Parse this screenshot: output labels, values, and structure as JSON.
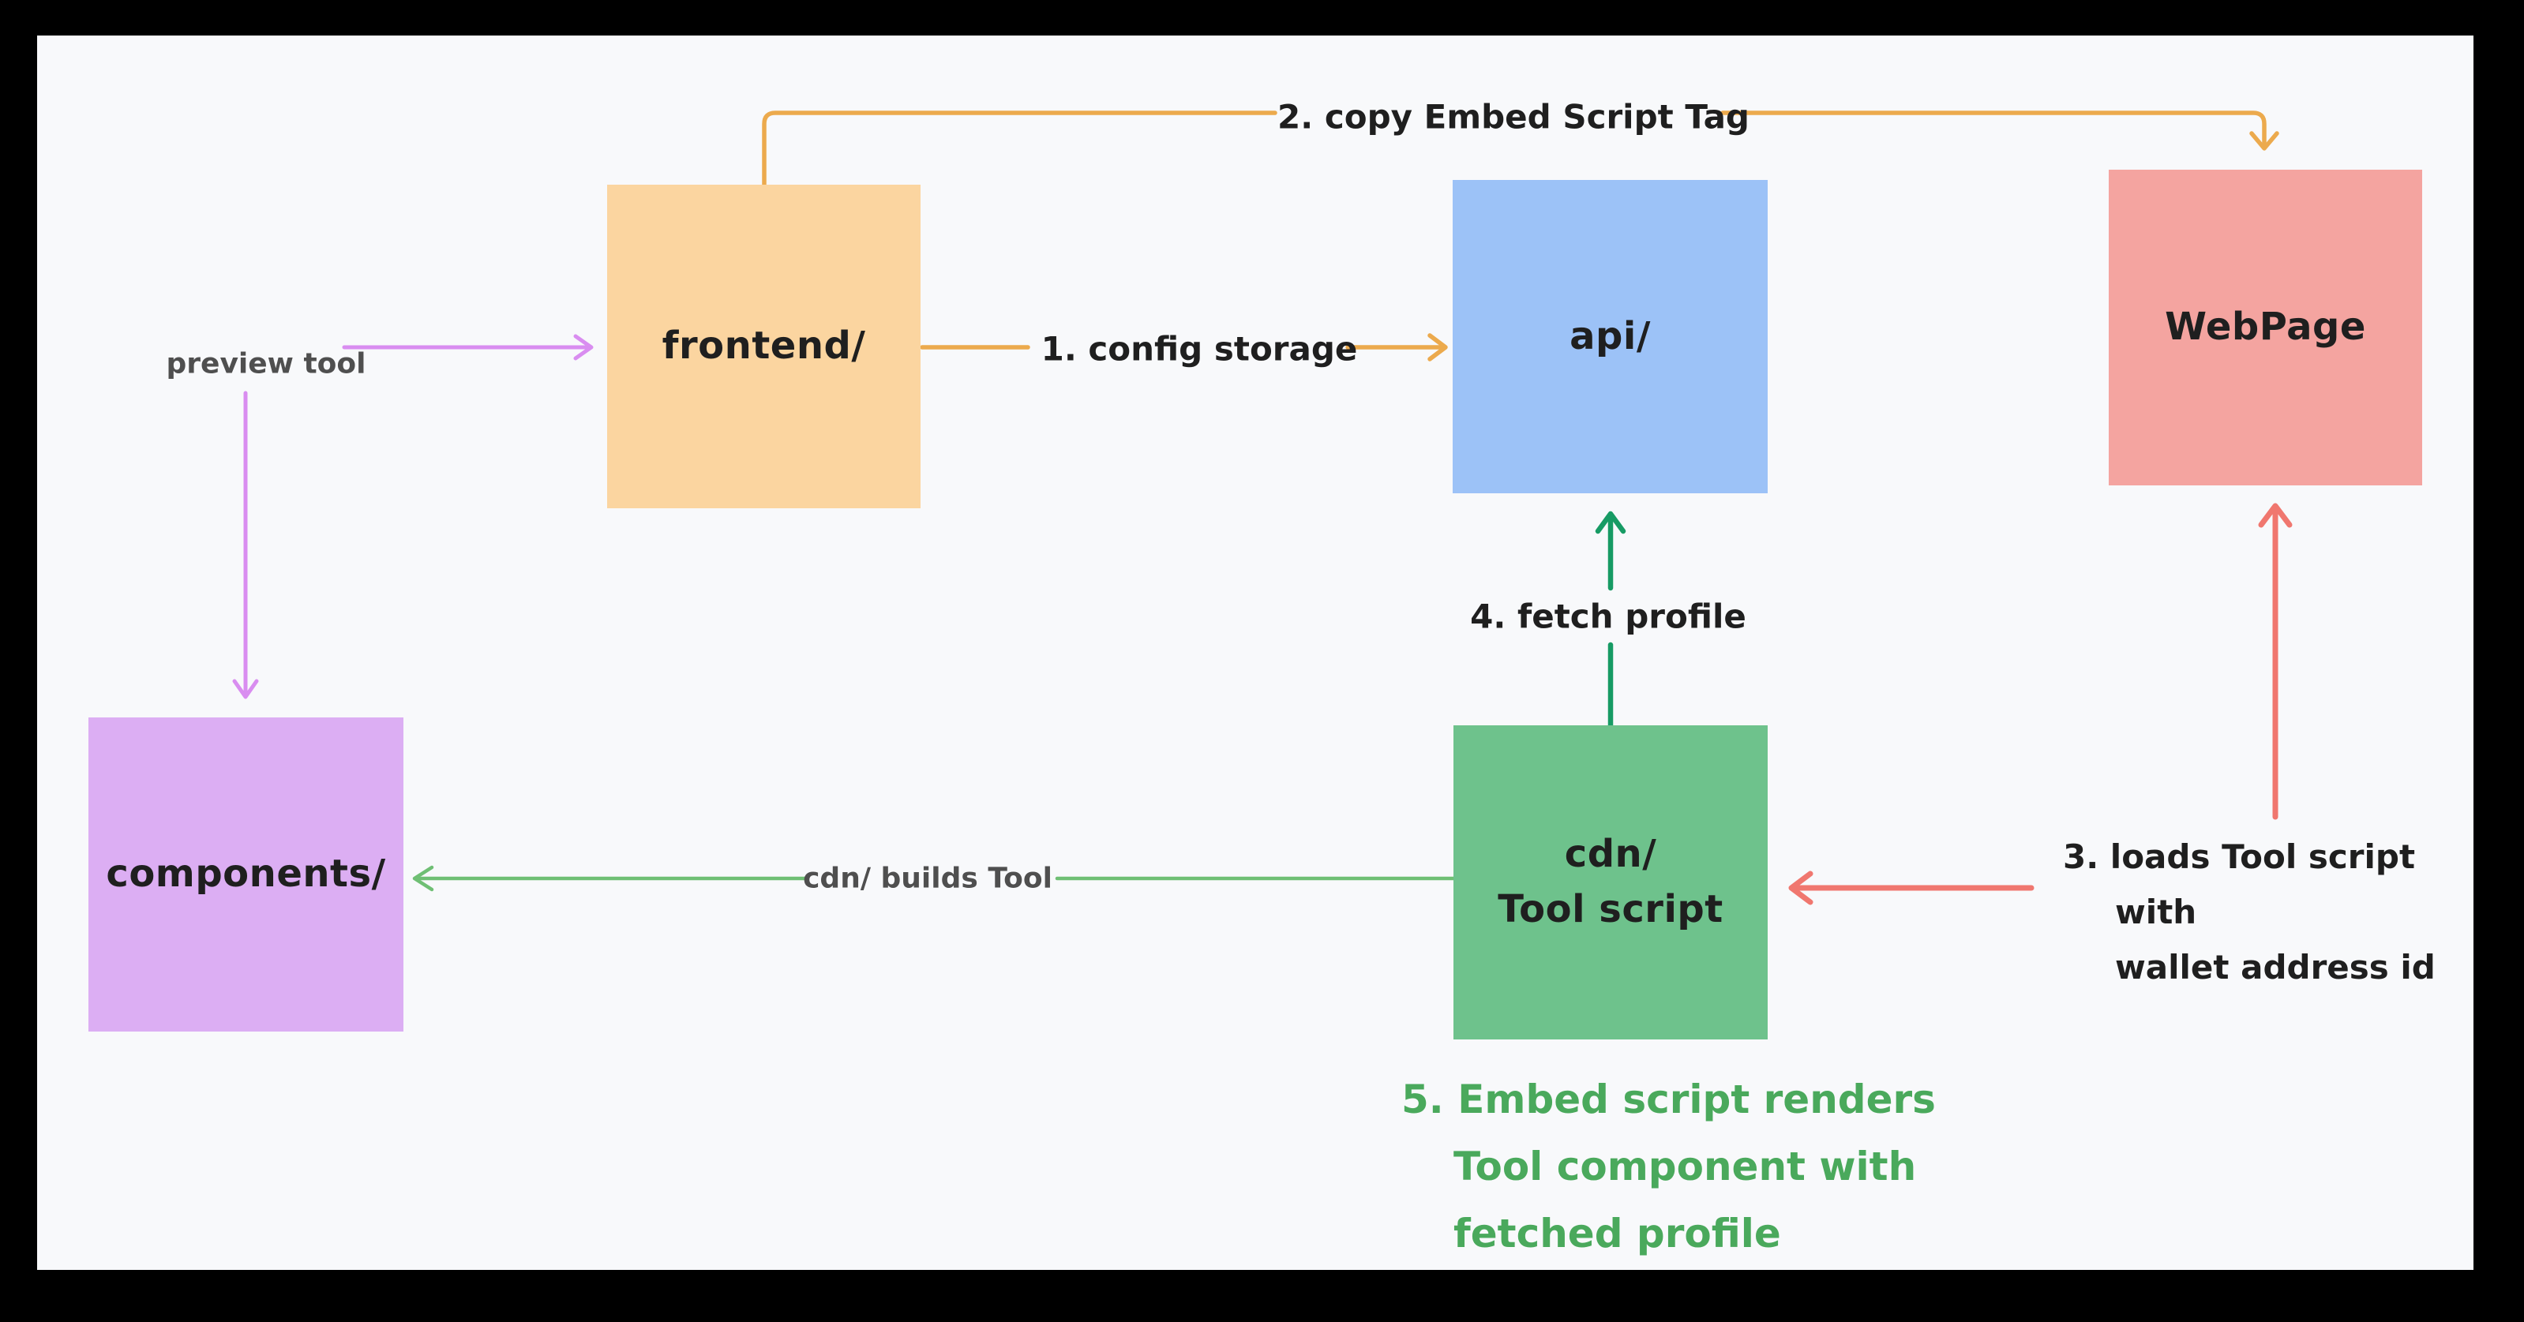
{
  "canvas": {
    "background": "#f8f9fb",
    "frame": "#000000"
  },
  "nodes": {
    "frontend": {
      "label": "frontend/",
      "color": "#fbd5a0"
    },
    "api": {
      "label": "api/",
      "color": "#9cc2f7"
    },
    "webpage": {
      "label": "WebPage",
      "color": "#f4a4a0"
    },
    "components": {
      "label": "components/",
      "color": "#dcaef3"
    },
    "cdn": {
      "label_line1": "cdn/",
      "label_line2": "Tool script",
      "color": "#6ec28c"
    }
  },
  "edges": {
    "preview_tool": {
      "label": "preview tool",
      "color": "#d98df0",
      "from": "preview tool label",
      "to": "frontend/ and components/"
    },
    "config_storage": {
      "label": "1. config storage",
      "color": "#ecaa4d",
      "from": "frontend/",
      "to": "api/"
    },
    "copy_embed": {
      "label": "2. copy Embed Script Tag",
      "color": "#ecaa4d",
      "from": "frontend/",
      "to": "WebPage"
    },
    "loads_tool": {
      "line1": "3. loads Tool script",
      "line2": "with",
      "line3": "wallet address id",
      "color": "#f0776f",
      "from": "cdn/ Tool script",
      "to": "WebPage"
    },
    "fetch_profile": {
      "label": "4. fetch profile",
      "color": "#179b64",
      "from": "cdn/ Tool script",
      "to": "api/"
    },
    "cdn_builds": {
      "label": "cdn/ builds Tool",
      "color": "#6fbf74",
      "from": "cdn/ Tool script",
      "to": "components/"
    }
  },
  "annotations": {
    "embed_renders": {
      "line1": "5. Embed script renders",
      "line2": "Tool component with",
      "line3": "fetched profile",
      "color": "#4aa95c"
    }
  }
}
